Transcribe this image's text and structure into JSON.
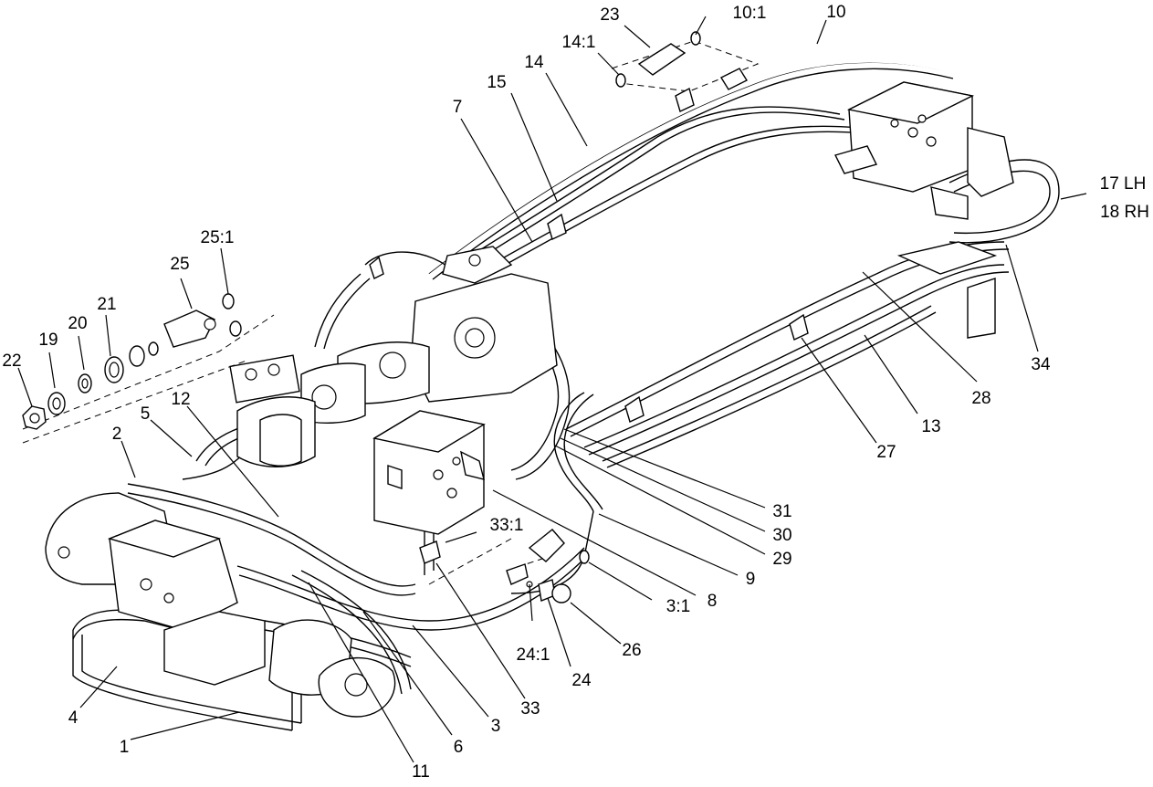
{
  "diagram": {
    "callouts": {
      "c23": "23",
      "c10_1": "10:1",
      "c10": "10",
      "c14_1": "14:1",
      "c14": "14",
      "c15": "15",
      "c7": "7",
      "c25_1": "25:1",
      "c25": "25",
      "c21": "21",
      "c20": "20",
      "c19": "19",
      "c22": "22",
      "c12": "12",
      "c5": "5",
      "c2": "2",
      "c17lh": "17 LH",
      "c18rh": "18 RH",
      "c34": "34",
      "c28": "28",
      "c13": "13",
      "c27": "27",
      "c31": "31",
      "c30": "30",
      "c29": "29",
      "c9": "9",
      "c8": "8",
      "c33_1": "33:1",
      "c3_1": "3:1",
      "c26": "26",
      "c24": "24",
      "c24_1": "24:1",
      "c33": "33",
      "c3": "3",
      "c6": "6",
      "c11": "11",
      "c1": "1",
      "c4": "4"
    }
  }
}
